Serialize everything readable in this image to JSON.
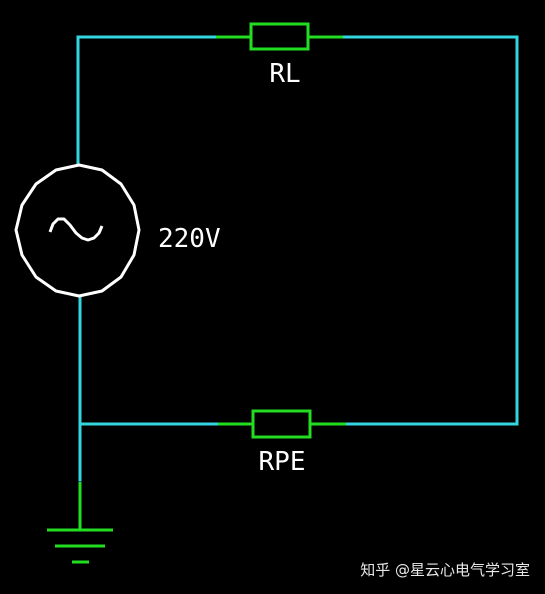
{
  "labels": {
    "top_resistor": "RL",
    "bottom_resistor": "RPE",
    "source_voltage": "220V"
  },
  "watermark": {
    "text": "知乎 @星云心电气学习室"
  },
  "colors": {
    "background": "#000000",
    "wire": "#33d6e0",
    "component": "#22dd22",
    "source": "#ffffff",
    "text": "#ffffff"
  },
  "icons": {
    "source_symbol": "ac-voltage-source-icon",
    "ground_symbol": "ground-icon"
  }
}
